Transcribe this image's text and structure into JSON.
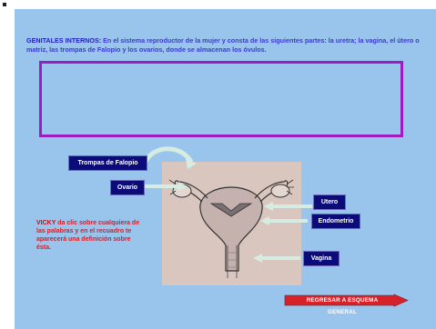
{
  "intro": {
    "lead": "GENITALES INTERNOS:",
    "text": "  En el sistema reproductor de la mujer y consta de las siguientes partes: la uretra; la vagina, el útero o matriz, las trompas de Falopio y los ovarios, donde se almacenan los óvulos."
  },
  "labels": {
    "trompas": "Trompas de Falopio",
    "ovario": "Ovario",
    "utero": "Utero",
    "endometrio": "Endometrio",
    "vagina": "Vagina"
  },
  "vicky": {
    "name": "VICKY",
    "text": " da clic sobre cualquiera de las palabras y en el recuadro te aparecerá una definición sobre ésta."
  },
  "return_button": "REGRESAR A ESQUEMA GENERAL",
  "colors": {
    "background": "#99c4ec",
    "label_bg": "#0b0b7a",
    "definition_border": "#9b1dc2",
    "vicky_text": "#d3202a",
    "return_button": "#d8222a"
  }
}
